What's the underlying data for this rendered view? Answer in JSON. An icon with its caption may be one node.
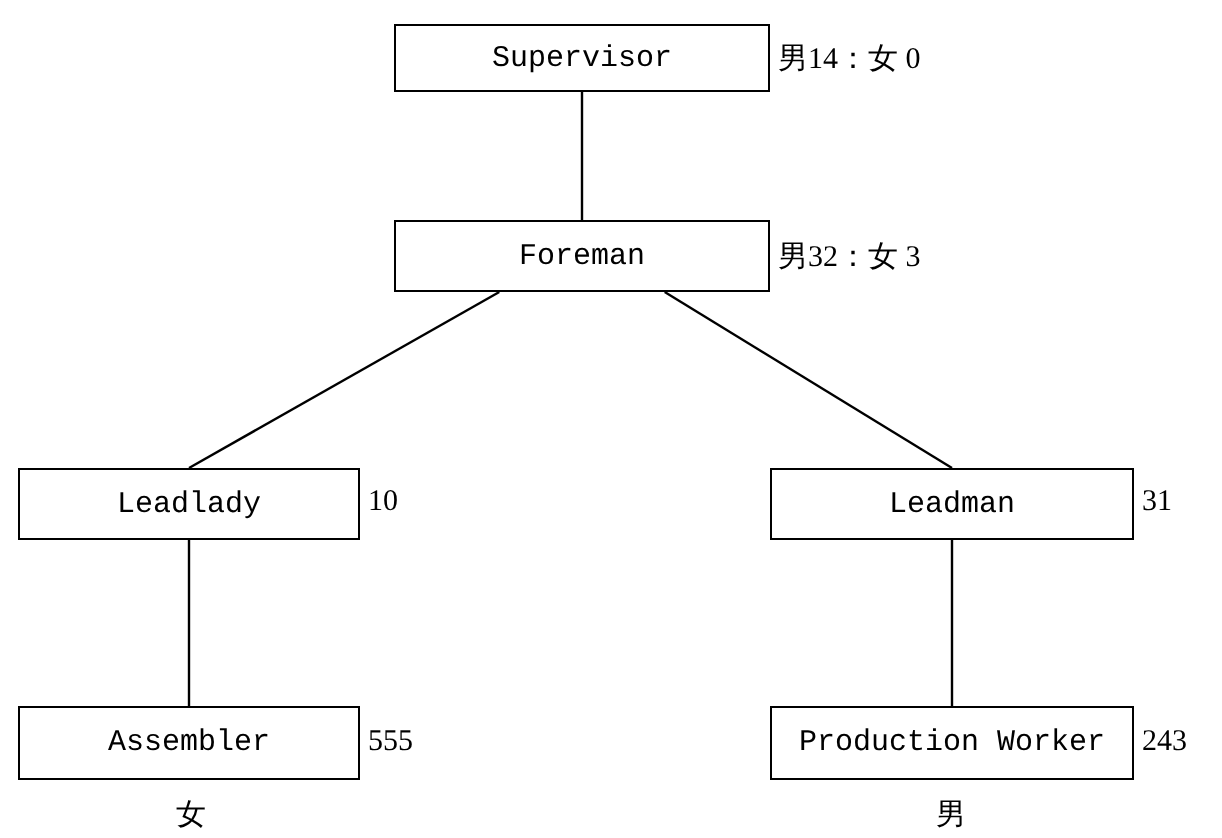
{
  "diagram": {
    "nodes": [
      {
        "text": [
          "Supervisor"
        ],
        "beside": [
          "男14：女 0"
        ]
      },
      {
        "text": [
          "Foreman"
        ],
        "beside": [
          "男32：女 3"
        ]
      },
      {
        "text": [
          "Leadlady"
        ],
        "beside": [
          "10"
        ]
      },
      {
        "text": [
          "Leadman"
        ],
        "beside": [
          "31"
        ]
      },
      {
        "text": [
          "Assembler"
        ],
        "beside": [
          "555"
        ]
      },
      {
        "text": [
          "Production Worker"
        ],
        "beside": [
          "243"
        ]
      }
    ],
    "edges": [
      {
        "from": 0,
        "to": 1,
        "arrow": "none"
      },
      {
        "from": 1,
        "to": 2,
        "arrow": "none"
      },
      {
        "from": 1,
        "to": 3,
        "arrow": "none"
      },
      {
        "from": 2,
        "to": 4,
        "arrow": "none"
      },
      {
        "from": 3,
        "to": 5,
        "arrow": "none"
      }
    ],
    "labels": [
      "女",
      "男"
    ]
  }
}
